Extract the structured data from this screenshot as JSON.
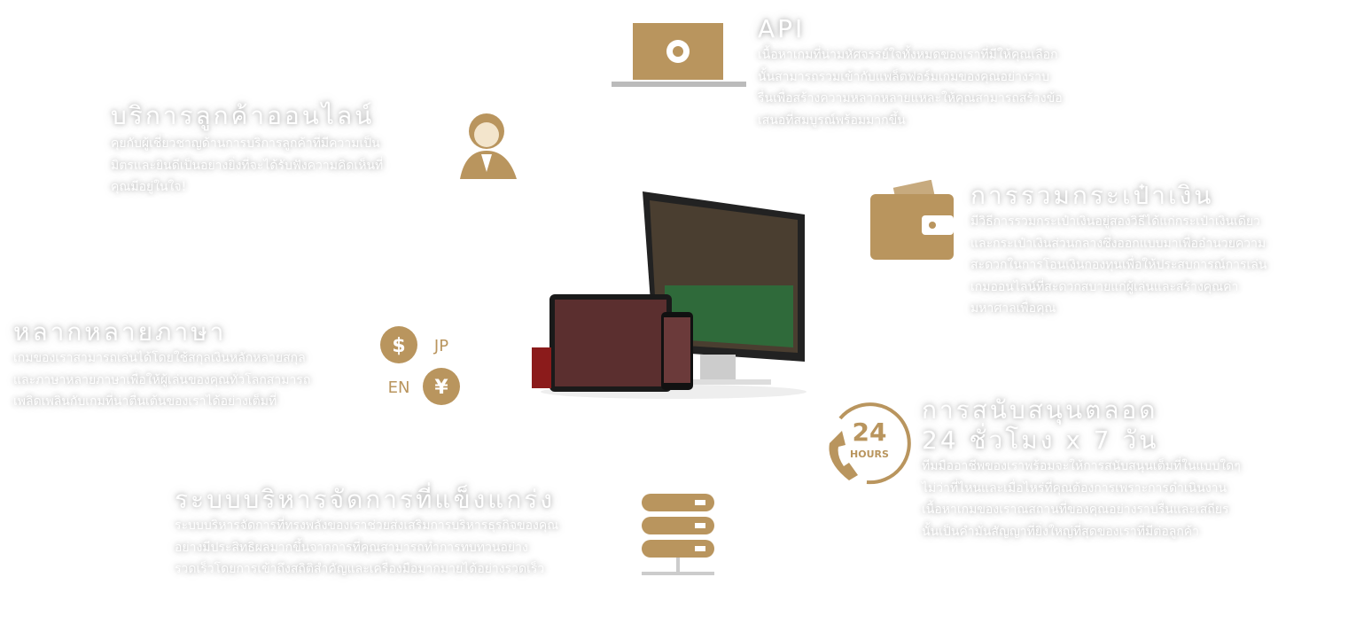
{
  "colors": {
    "accent": "#b9955e"
  },
  "features": [
    {
      "title": "API",
      "icon": "laptop-gear-icon",
      "lines": [
        "เนื้อหาเกมที่น่ามหัศจรรย์ใจทั้งหมดของเราที่มีให้คุณเลือก",
        "นั้นสามารถรวมเข้ากับแพล็ตฟอร์มเกมของคุณอย่างราบ",
        "รื่นเพื่อสร้างความหลากหลายแหละให้คุณสามารถสร้างข้อ",
        "เสนอที่สมบูรณ์พร้อมมากขึ้น"
      ]
    },
    {
      "title": "บริการลูกค้าออนไลน์",
      "icon": "headset-agent-icon",
      "lines": [
        "คุยกับผู้เชี่ยวชาญด้านการบริการลูกค้าที่มีความเป็น",
        "มิตรและยินดีเป็นอย่างยิ่งที่จะได้รับฟังความคิดเห็นที่",
        "คุณมีอยู่ในใจ!"
      ]
    },
    {
      "title": "การรวมกระเป๋าเงิน",
      "icon": "wallet-icon",
      "lines": [
        "มีวิธีการรวมกระเป๋าเงินอยู่สองวิธีได้แก่กระเป๋าเงินเดียว",
        "และกระเป๋าเงินส่วนกลางซึ่งออกแบบมาเพื่ออำนวยความ",
        "สะดวกในการโอนเงินกองทุนเพื่อให้ประสบการณ์การเล่น",
        "เกมออนไลน์ที่สะดวกสบายแก่ผู้เล่นและสร้างคุณค่า",
        "มหาศาลเพื่อคุณ"
      ]
    },
    {
      "title": "หลากหลายภาษา",
      "icon": "currency-language-icon",
      "badges": [
        "$",
        "JP",
        "EN",
        "¥"
      ],
      "lines": [
        "เกมของเราสามารถเล่นได้โดยใช้สกุลเงินหลักหลายสกุล",
        "และภาษาหลายภาษาเพื่อให้ผู้เล่นของคุณทั่วโลกสามารถ",
        "เพลิดเพลินกับเกมที่น่าตื่นเต้นของเราได้อย่างเต็มที่"
      ]
    },
    {
      "title": "การสนับสนุนตลอด",
      "title2": "24 ชั่วโมง x 7 วัน",
      "icon": "24-hours-support-icon",
      "icon_text": "24",
      "icon_sub": "HOURS",
      "lines": [
        "ทีมมืออาชีพของเราพร้อมจะให้การสนับสนุนเต็มที่ในแบบใดๆ",
        "ไม่ว่าที่ไหนและเมื่อไหร่ที่คุณต้องการเพราะการดำเนินงาน",
        "เนื้อหาเกมของเราณสถานที่ของคุณอย่างราบรื่นและเสถียร",
        "นั้นเป็นคำมั่นสัญญาที่ยิ่งใหญ่ที่สุดของเราที่มีต่อลูกค้า"
      ]
    },
    {
      "title": "ระบบบริหารจัดการที่แข็งแกร่ง",
      "icon": "server-icon",
      "lines": [
        "ระบบบริหารจัดการที่ทรงพลังของเราช่วยส่งเสริมการบริหารธุรกิจของคุณ",
        "อย่างมีประสิทธิผลมากขึ้นจากการที่คุณสามารถทำการทบทวนอย่าง",
        "รวดเร็วโดยการเข้าถึงสถิติสำคัญและเครื่องมือมากมายได้อย่างรวดเร็ว"
      ]
    }
  ]
}
